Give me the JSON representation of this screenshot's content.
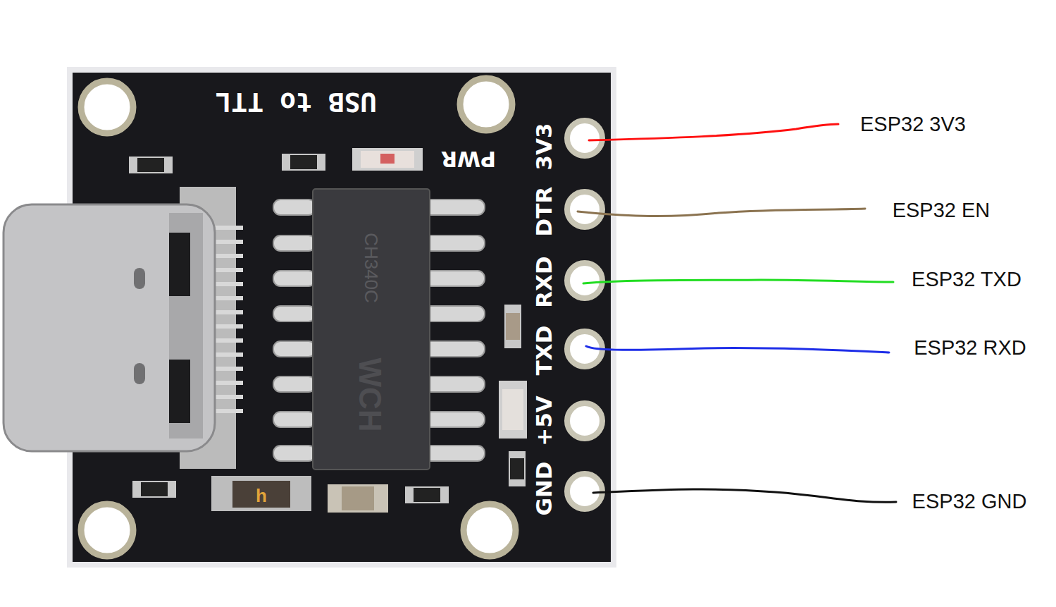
{
  "diagram": {
    "labels": [
      "USB to TTL",
      "PWR",
      "3V3",
      "DTR",
      "RXD",
      "TXD",
      "+5V",
      "GND",
      "WCH",
      "CH340C",
      "h",
      "ESP32 3V3",
      "ESP32 EN",
      "ESP32 TXD",
      "ESP32 RXD",
      "ESP32 GND"
    ]
  }
}
